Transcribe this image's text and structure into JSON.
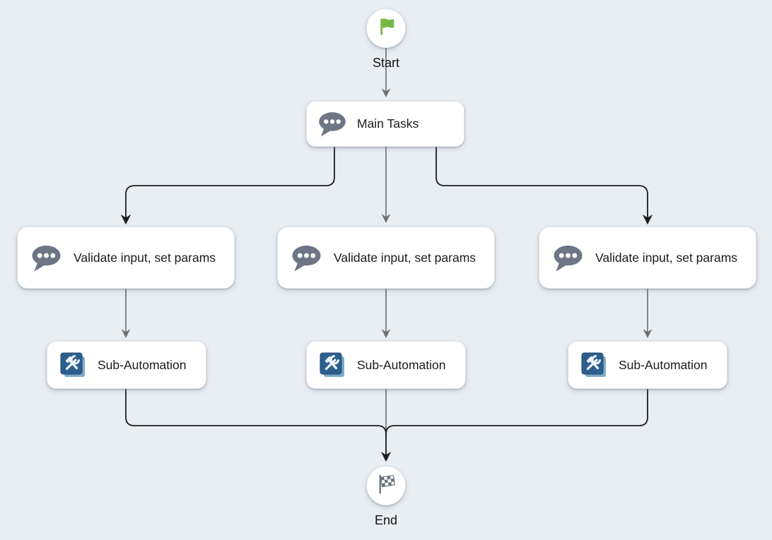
{
  "app": {
    "view": "automation-flowchart"
  },
  "colors": {
    "background": "#e9eef3",
    "node_fill": "#ffffff",
    "text": "#1b1b1b",
    "speech_bubble_icon": "#6e7585",
    "sub_automation_icon_blue": "#2d5f8e",
    "sub_automation_icon_light_blue": "#7ea9cb",
    "start_flag_green": "#76b843",
    "end_flag_gray": "#6b7280",
    "connector_gray": "#6f6f6f",
    "connector_black": "#1c1c1c"
  },
  "diagram": {
    "start": {
      "label": "Start",
      "icon": "green-flag-icon"
    },
    "main_tasks": {
      "label": "Main Tasks",
      "icon": "speech-bubble-icon"
    },
    "branches": [
      {
        "validate": {
          "label": "Validate input, set params",
          "icon": "speech-bubble-icon"
        },
        "sub_automation": {
          "label": "Sub-Automation",
          "icon": "sub-automation-icon"
        }
      },
      {
        "validate": {
          "label": "Validate input, set params",
          "icon": "speech-bubble-icon"
        },
        "sub_automation": {
          "label": "Sub-Automation",
          "icon": "sub-automation-icon"
        }
      },
      {
        "validate": {
          "label": "Validate input, set params",
          "icon": "speech-bubble-icon"
        },
        "sub_automation": {
          "label": "Sub-Automation",
          "icon": "sub-automation-icon"
        }
      }
    ],
    "end": {
      "label": "End",
      "icon": "checkered-flag-icon"
    }
  }
}
